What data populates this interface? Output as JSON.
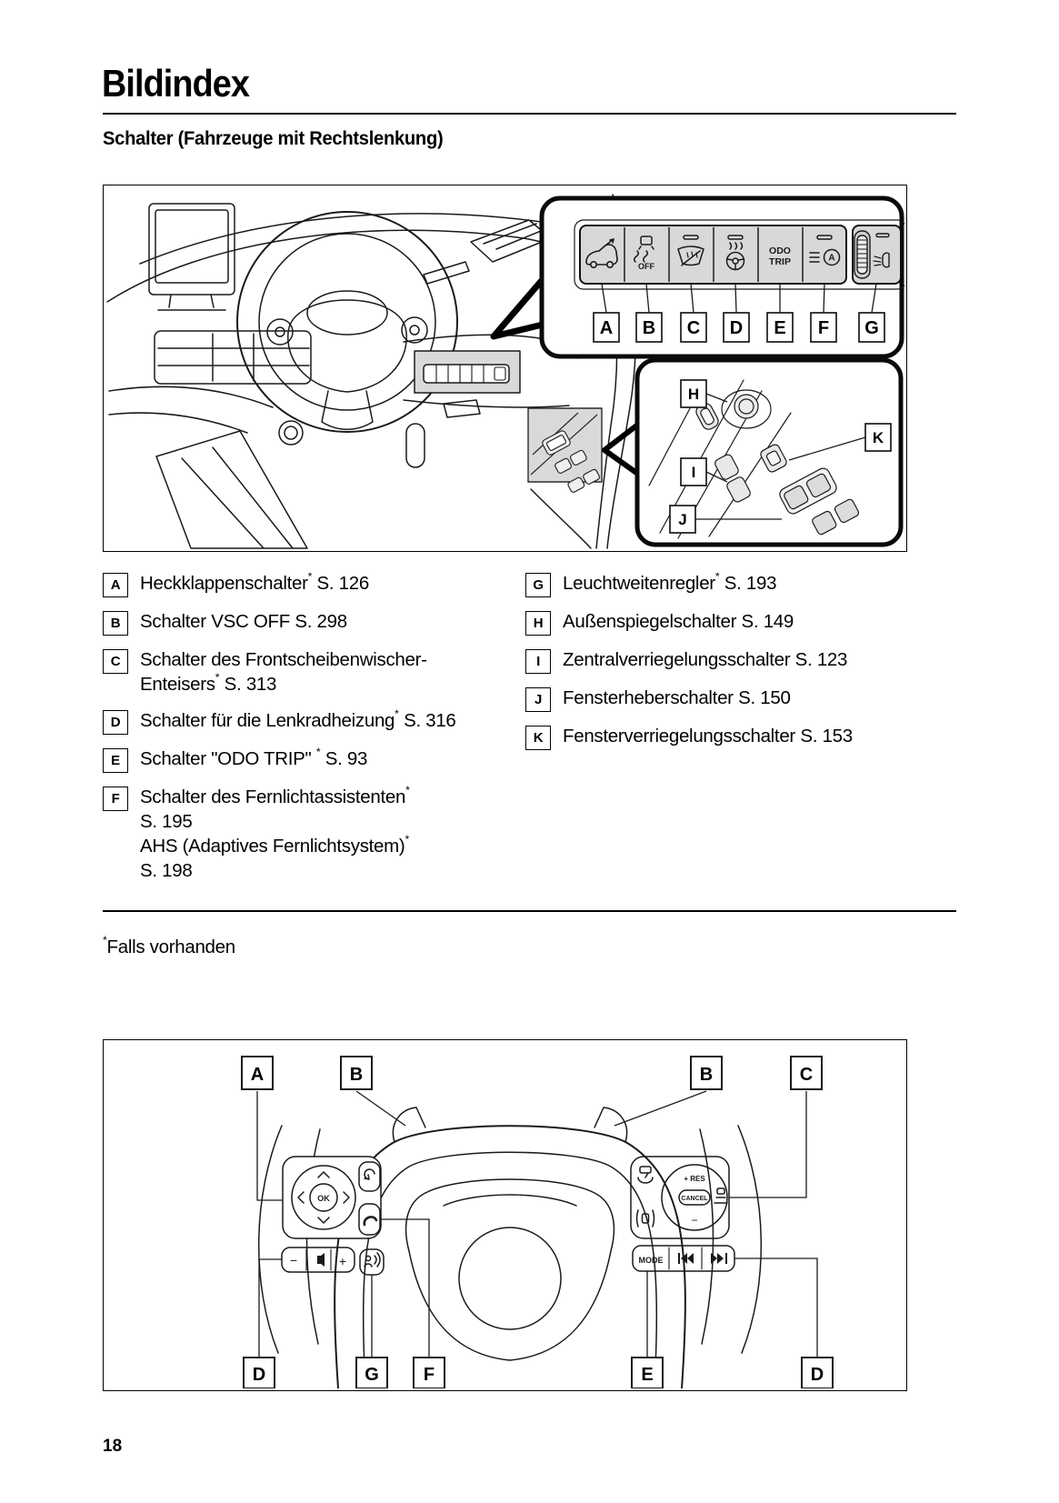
{
  "page": {
    "title": "Bildindex",
    "section_heading": "Schalter (Fahrzeuge mit Rechtslenkung)",
    "footnote": "*Falls vorhanden",
    "page_number": "18"
  },
  "figure1": {
    "panel_switch_labels": [
      "A",
      "B",
      "C",
      "D",
      "E",
      "F",
      "G"
    ],
    "panel_switch_icons": [
      "tailgate-release",
      "vsc-off",
      "wiper-deicer",
      "steering-wheel-heater",
      "odo-trip",
      "auto-high-beam",
      "headlight-leveling-dial"
    ],
    "vsc_off_label": "OFF",
    "odo_trip": {
      "line1": "ODO",
      "line2": "TRIP"
    },
    "auto_beam_letter": "A",
    "door_labels": [
      "H",
      "I",
      "J",
      "K"
    ]
  },
  "figure2": {
    "top_labels": [
      "A",
      "B",
      "B",
      "C"
    ],
    "bottom_labels": [
      "D",
      "G",
      "F",
      "E",
      "D"
    ],
    "buttons": {
      "ok": "OK",
      "res": "+ RES",
      "cancel": "CANCEL",
      "minus": "−",
      "mode": "MODE",
      "volume_minus": "−",
      "volume_plus": "+"
    }
  },
  "legend": {
    "left": [
      {
        "letter": "A",
        "lines": [
          "Heckklappenschalter* S. 126"
        ]
      },
      {
        "letter": "B",
        "lines": [
          "Schalter VSC OFF S. 298"
        ]
      },
      {
        "letter": "C",
        "lines": [
          "Schalter des Frontscheibenwischer-",
          "Enteisers* S. 313"
        ]
      },
      {
        "letter": "D",
        "lines": [
          "Schalter für die Lenkradheizung* S. 316"
        ]
      },
      {
        "letter": "E",
        "lines": [
          "Schalter \"ODO TRIP\" * S. 93"
        ]
      },
      {
        "letter": "F",
        "lines": [
          "Schalter des Fernlichtassistenten*",
          "S. 195",
          "AHS (Adaptives Fernlichtsystem)*",
          "S. 198"
        ]
      }
    ],
    "right": [
      {
        "letter": "G",
        "lines": [
          "Leuchtweitenregler* S. 193"
        ]
      },
      {
        "letter": "H",
        "lines": [
          "Außenspiegelschalter S. 149"
        ]
      },
      {
        "letter": "I",
        "lines": [
          "Zentralverriegelungsschalter S. 123"
        ]
      },
      {
        "letter": "J",
        "lines": [
          "Fensterheberschalter S. 150"
        ]
      },
      {
        "letter": "K",
        "lines": [
          "Fensterverriegelungsschalter S. 153"
        ]
      }
    ]
  }
}
